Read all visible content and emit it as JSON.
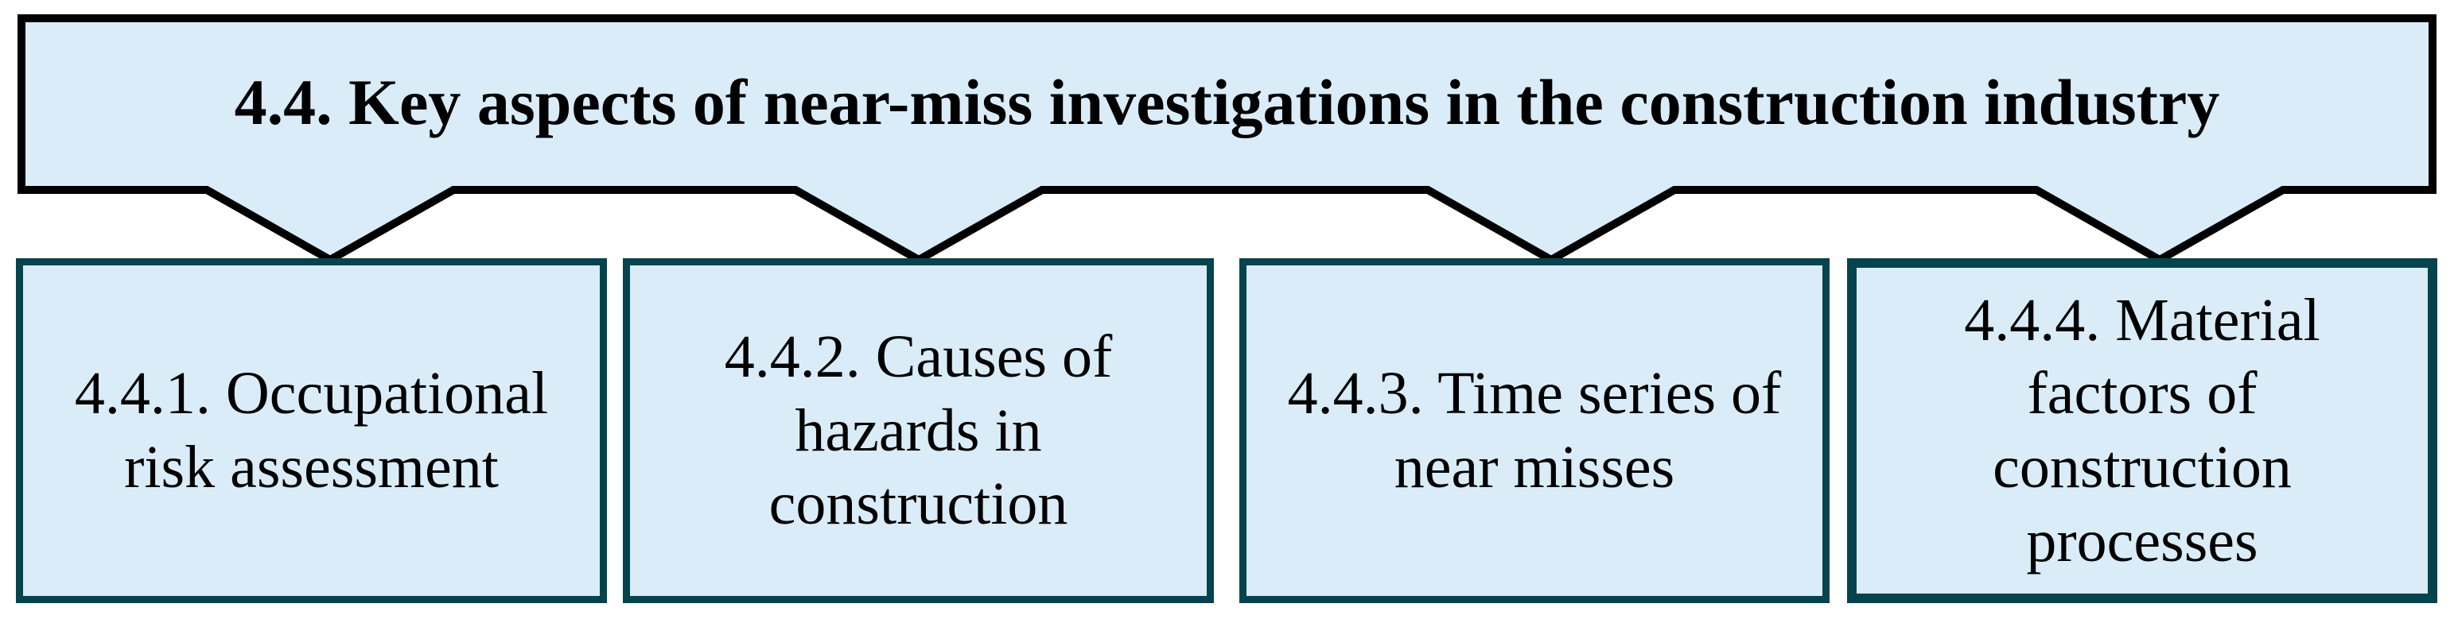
{
  "colors": {
    "box_fill": "#d9ecf8",
    "banner_border": "#000000",
    "box_border": "#05434e",
    "text": "#000000"
  },
  "banner": {
    "title": "4.4. Key aspects of near-miss investigations in the construction industry"
  },
  "boxes": [
    {
      "id": "4.4.1",
      "label": "4.4.1. Occupational risk assessment",
      "lines": [
        "4.4.1. Occupational",
        "risk assessment"
      ]
    },
    {
      "id": "4.4.2",
      "label": "4.4.2. Causes of hazards in construction",
      "lines": [
        "4.4.2. Causes of",
        "hazards in",
        "construction"
      ]
    },
    {
      "id": "4.4.3",
      "label": "4.4.3. Time series of near misses",
      "lines": [
        "4.4.3. Time series of",
        "near misses"
      ]
    },
    {
      "id": "4.4.4",
      "label": "4.4.4. Material factors of construction processes",
      "lines": [
        "4.4.4. Material",
        "factors of",
        "construction",
        "processes"
      ]
    }
  ]
}
